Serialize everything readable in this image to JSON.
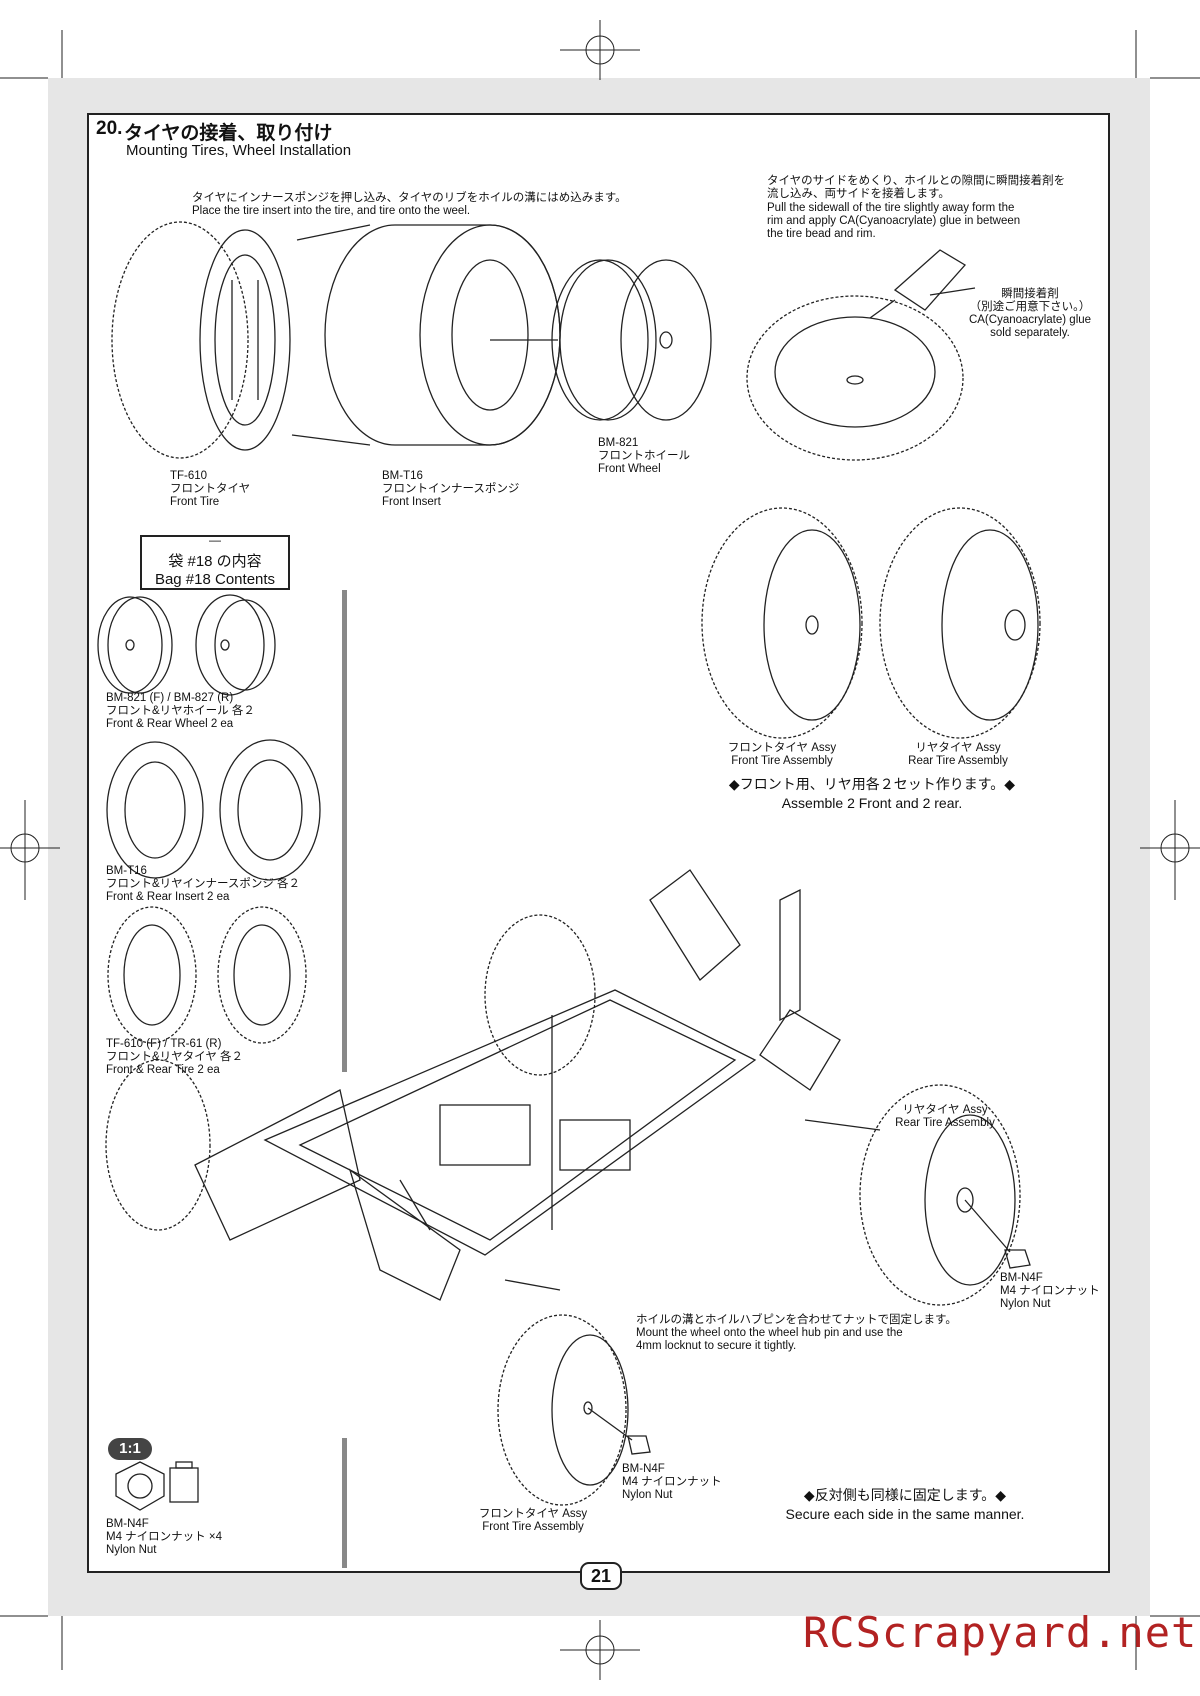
{
  "header": {
    "step_number": "20.",
    "title_jp": "タイヤの接着、取り付け",
    "title_en": "Mounting Tires, Wheel Installation"
  },
  "instructions": {
    "insert_jp": "タイヤにインナースポンジを押し込み、タイヤのリブをホイルの溝にはめ込みます。",
    "insert_en": "Place the tire insert into the tire, and tire onto the weel.",
    "glue_jp_1": "タイヤのサイドをめくり、ホイルとの隙間に瞬間接着剤を",
    "glue_jp_2": "流し込み、両サイドを接着します。",
    "glue_en_1": "Pull the sidewall of the tire slightly away form the",
    "glue_en_2": "rim and apply CA(Cyanoacrylate) glue in between",
    "glue_en_3": "the tire bead and rim.",
    "mount_jp": "ホイルの溝とホイルハブピンを合わせてナットで固定します。",
    "mount_en_1": "Mount the wheel onto the wheel hub pin and use the",
    "mount_en_2": "4mm locknut to secure it tightly."
  },
  "glue_label": {
    "jp": "瞬間接着剤",
    "jp2": "（別途ご用意下さい。）",
    "en1": "CA(Cyanoacrylate) glue",
    "en2": "sold separately."
  },
  "parts": {
    "tire": {
      "code": "TF-610",
      "jp": "フロントタイヤ",
      "en": "Front Tire"
    },
    "insert": {
      "code": "BM-T16",
      "jp": "フロントインナースポンジ",
      "en": "Front Insert"
    },
    "wheel": {
      "code": "BM-821",
      "jp": "フロントホイール",
      "en": "Front Wheel"
    }
  },
  "assemblies": {
    "front_jp": "フロントタイヤ Assy",
    "front_en": "Front Tire Assembly",
    "rear_jp": "リヤタイヤ Assy",
    "rear_en": "Rear Tire Assembly",
    "note_jp": "◆フロント用、リヤ用各２セット作ります。◆",
    "note_en": "Assemble 2 Front and 2 rear."
  },
  "bag": {
    "dash": "—",
    "jp": "袋 #18 の内容",
    "en": "Bag #18 Contents",
    "wheels_code": "BM-821 (F) / BM-827 (R)",
    "wheels_jp": "フロント&リヤホイール 各２",
    "wheels_en": "Front & Rear Wheel 2 ea",
    "inserts_code": "BM-T16",
    "inserts_jp": "フロント&リヤインナースポンジ 各２",
    "inserts_en": "Front & Rear Insert 2 ea",
    "tires_code": "TF-610 (F) / TR-61 (R)",
    "tires_jp": "フロント&リヤタイヤ 各２",
    "tires_en": "Front & Rear Tire 2 ea"
  },
  "install": {
    "rear_jp": "リヤタイヤ Assy",
    "rear_en": "Rear Tire Assembly",
    "nut1_code": "BM-N4F",
    "nut1_jp": "M4 ナイロンナット",
    "nut1_en": "Nylon Nut",
    "nut2_code": "BM-N4F",
    "nut2_jp": "M4 ナイロンナット",
    "nut2_en": "Nylon Nut",
    "front_jp": "フロントタイヤ Assy",
    "front_en": "Front Tire Assembly",
    "same_jp": "◆反対側も同様に固定します。◆",
    "same_en": "Secure each side in the same manner."
  },
  "scale_box": {
    "badge": "1:1",
    "code": "BM-N4F",
    "jp": "M4 ナイロンナット ×4",
    "en": "Nylon Nut"
  },
  "page_number": "21",
  "watermark": "RCScrapyard.net"
}
